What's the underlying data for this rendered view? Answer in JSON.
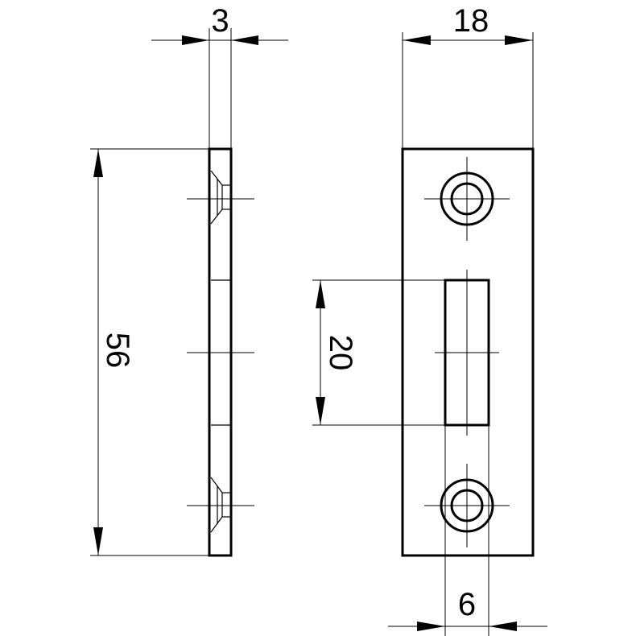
{
  "dimensions": {
    "side_thickness": "3",
    "plate_width": "18",
    "plate_length": "56",
    "slot_length": "20",
    "slot_width": "6"
  }
}
